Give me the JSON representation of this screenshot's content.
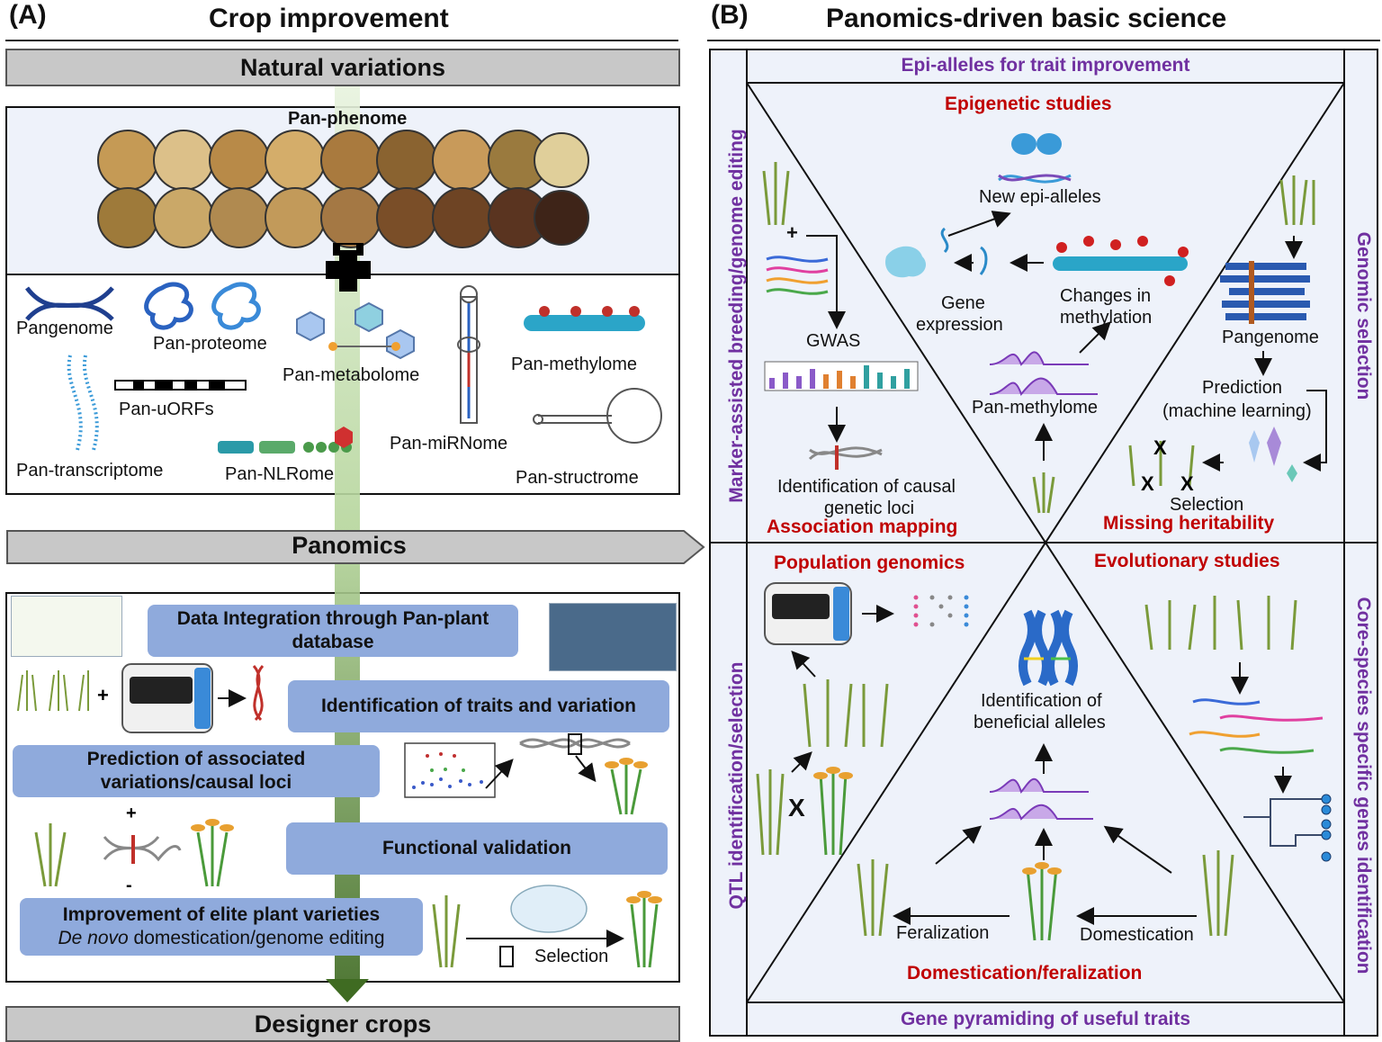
{
  "panel_a": {
    "letter": "(A)",
    "title": "Crop improvement",
    "natural_variations": "Natural variations",
    "pan_phenome": "Pan-phenome",
    "omics": {
      "pangenome": "Pangenome",
      "pan_proteome": "Pan-proteome",
      "pan_metabolome": "Pan-metabolome",
      "pan_mirnome": "Pan-miRNome",
      "pan_methylome": "Pan-methylome",
      "pan_transcriptome": "Pan-transcriptome",
      "pan_uorfs": "Pan-uORFs",
      "pan_nlrome": "Pan-NLRome",
      "pan_structrome": "Pan-structrome"
    },
    "panomics": "Panomics",
    "steps": {
      "data_integration": "Data Integration through Pan-plant database",
      "identification_traits": "Identification of traits and variation",
      "prediction": "Prediction of associated variations/causal loci",
      "functional_validation": "Functional validation",
      "improvement_line1": "Improvement of elite plant varieties",
      "improvement_italic": "De novo",
      "improvement_rest": " domestication/genome editing",
      "selection": "Selection",
      "plus": "+",
      "minus": "-"
    },
    "designer_crops": "Designer crops"
  },
  "panel_b": {
    "letter": "(B)",
    "title": "Panomics-driven basic science",
    "top_banner": "Epi-alleles for trait improvement",
    "bottom_banner": "Gene pyramiding of useful traits",
    "left_top_vertical": "Marker-assisted breeding/genome editing",
    "left_bottom_vertical": "QTL identification/selection",
    "right_top_vertical": "Genomic selection",
    "right_bottom_vertical": "Core-species specific genes identification",
    "sections": {
      "epigenetic": "Epigenetic studies",
      "association": "Association mapping",
      "missing": "Missing heritability",
      "population": "Population genomics",
      "evolutionary": "Evolutionary studies",
      "domestication": "Domestication/feralization"
    },
    "labels": {
      "new_epi_alleles": "New epi-alleles",
      "gene": "Gene",
      "expression": "expression",
      "changes_in": "Changes in",
      "methylation": "methylation",
      "pan_methylome": "Pan-methylome",
      "gwas": "GWAS",
      "identification_causal_1": "Identification of causal",
      "identification_causal_2": "genetic loci",
      "pangenome": "Pangenome",
      "prediction": "Prediction",
      "machine_learning": "(machine learning)",
      "selection": "Selection",
      "beneficial_1": "Identification of",
      "beneficial_2": "beneficial alleles",
      "feralization": "Feralization",
      "domestication": "Domestication",
      "plus": "+",
      "cross": "X"
    }
  },
  "colors": {
    "blue_box": "#8faadc",
    "grey_bar": "#c8c8c8",
    "panel_bg": "#eef2fa",
    "red_heading": "#c00000",
    "purple_heading": "#7030a0",
    "arrow_green": "#4a7a2a"
  }
}
